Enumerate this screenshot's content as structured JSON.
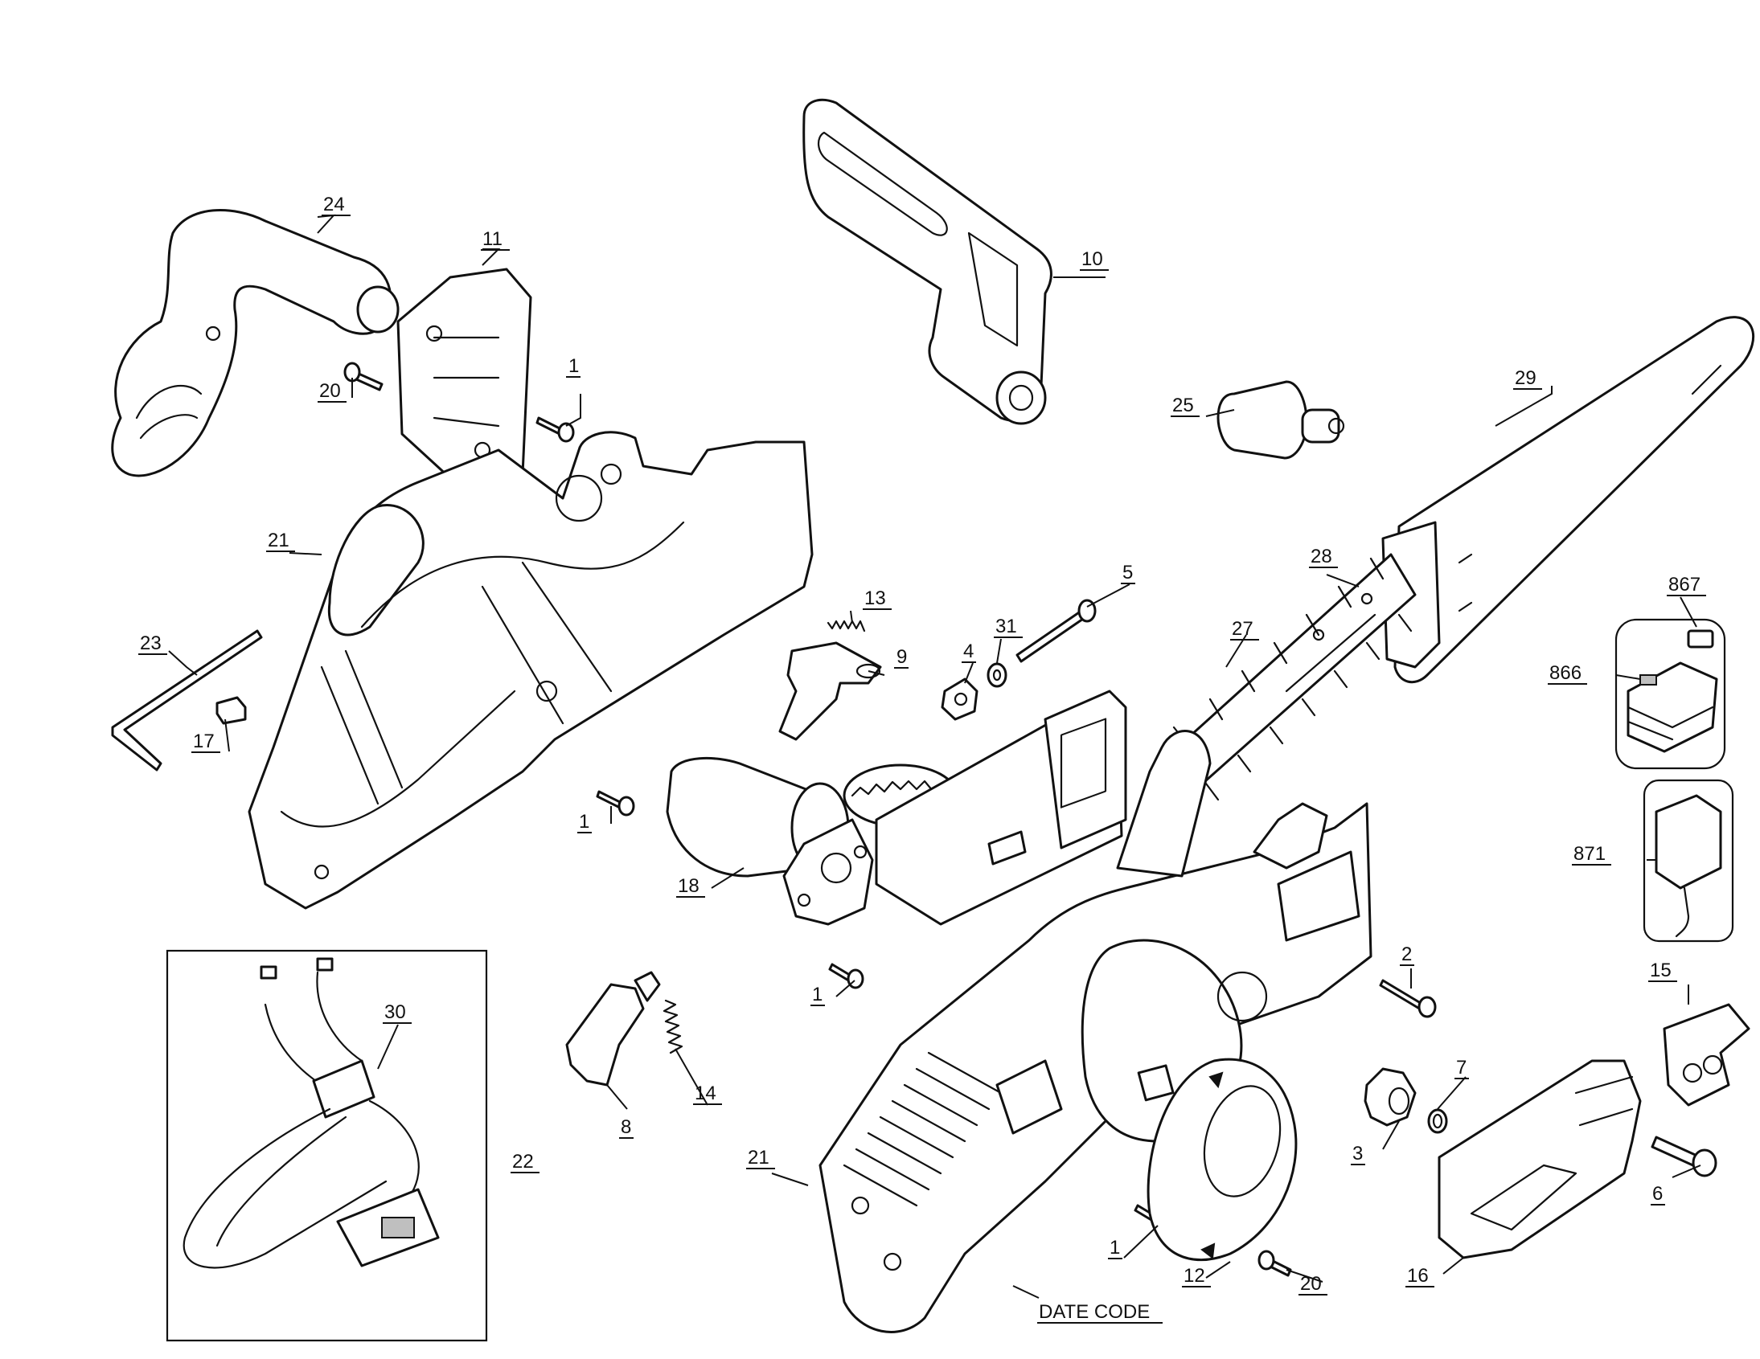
{
  "callouts": {
    "c24": "24",
    "c11": "11",
    "c10": "10",
    "c20a": "20",
    "c1a": "1",
    "c25": "25",
    "c29": "29",
    "c21a": "21",
    "c13": "13",
    "c9": "9",
    "c4": "4",
    "c31": "31",
    "c5": "5",
    "c28": "28",
    "c27": "27",
    "c867": "867",
    "c866": "866",
    "c23": "23",
    "c17": "17",
    "c1b": "1",
    "c18": "18",
    "c871": "871",
    "c1c": "1",
    "c2": "2",
    "c15": "15",
    "c30": "30",
    "c14": "14",
    "c8": "8",
    "c22": "22",
    "c21b": "21",
    "c7": "7",
    "c3": "3",
    "c6": "6",
    "c1d": "1",
    "c12": "12",
    "c20b": "20",
    "c16": "16"
  },
  "date_code_label": "DATE CODE"
}
